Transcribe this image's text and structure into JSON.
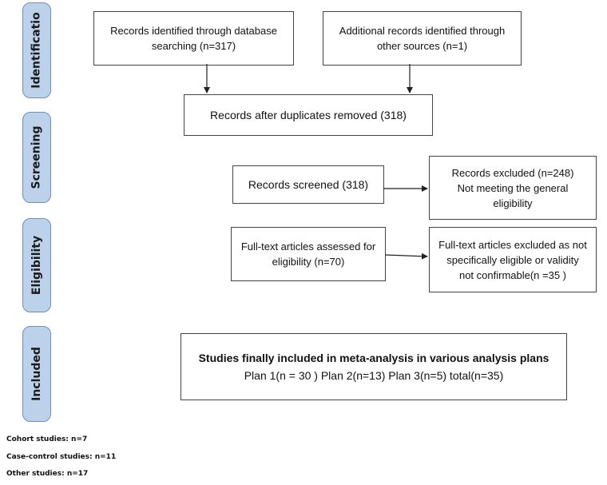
{
  "stages": [
    {
      "id": "identification",
      "label": "Identificatio"
    },
    {
      "id": "screening",
      "label": "Screening"
    },
    {
      "id": "eligibility",
      "label": "Eligibility"
    },
    {
      "id": "included",
      "label": "Included"
    }
  ],
  "boxes": {
    "database_records": [
      "Records identified through database",
      "searching (n=317)"
    ],
    "additional_records": [
      "Additional records identified through",
      "other sources (n=1)"
    ],
    "after_duplicates": "Records after duplicates removed (318)",
    "screened": "Records screened (318)",
    "excluded": [
      "Records excluded (n=248)",
      "Not meeting the general",
      "eligibility"
    ],
    "fulltext_assessed": [
      "Full-text articles assessed for",
      "eligibility (n=70)"
    ],
    "fulltext_excluded": [
      "Full-text articles excluded as not",
      "specifically eligible or validity",
      "not confirmable(n =35 )"
    ],
    "included_title": "Studies finally included in meta-analysis in various analysis plans",
    "included_detail": "Plan 1(n = 30 )  Plan 2(n=13)  Plan 3(n=5)  total(n=35)"
  },
  "study_types": [
    "Cohort studies: n=7",
    "Case-control studies: n=11",
    "Other studies: n=17"
  ]
}
